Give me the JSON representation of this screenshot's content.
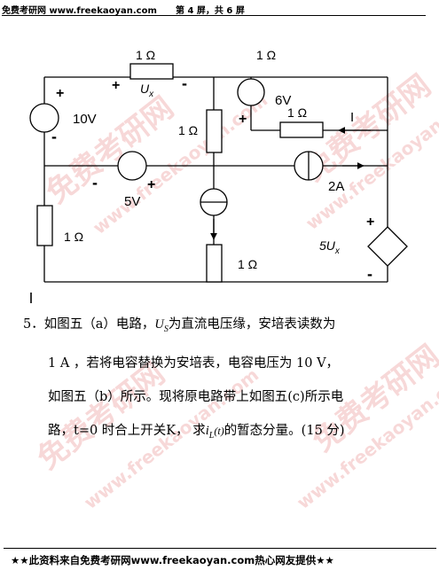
{
  "header": {
    "site": "免费考研网 www.freekaoyan.com",
    "page": "第 4 屏，共 6 屏"
  },
  "watermark": {
    "cn": "免费考研网",
    "url": "www.freekaoyan.com"
  },
  "circuit": {
    "r_top": "1 Ω",
    "ux_plus": "+",
    "ux_label": "U",
    "ux_sub": "x",
    "ux_minus": "-",
    "r_top_right": "1 Ω",
    "v10_plus": "+",
    "v10_label": "10V",
    "v10_minus": "-",
    "r_mid": "1 Ω",
    "v6_label": "6V",
    "v6_plus": "+",
    "r_right": "1 Ω",
    "i_label": "I",
    "v5_minus": "-",
    "v5_plus": "+",
    "v5_label": "5V",
    "a2_label": "2A",
    "r_left": "1 Ω",
    "r_bottom": "1 Ω",
    "dep_plus": "+",
    "dep_label": "5U",
    "dep_sub": "x",
    "dep_minus": "-",
    "corner_mark": "I"
  },
  "problem": {
    "l1_pre": "5．如图五（a）电路，",
    "l1_sym": "U",
    "l1_sub": "S",
    "l1_post": "为直流电压缘，安培表读数为",
    "l2": "1 A ，若将电容替换为安培表，电容电压为 10 V，",
    "l3": "如图五（b）所示。现将原电路带上如图五(c)所示电",
    "l4_pre": "路，t=0 时合上开关K， 求",
    "l4_sym": "i",
    "l4_sub": "L",
    "l4_arg": "(t)",
    "l4_post": "的暂态分量。(15 分)"
  },
  "footer": {
    "text": "★★此资料来自免费考研网www.freekaoyan.com热心网友提供★★"
  },
  "colors": {
    "watermark": "#f2b9b9",
    "ink": "#000000"
  }
}
